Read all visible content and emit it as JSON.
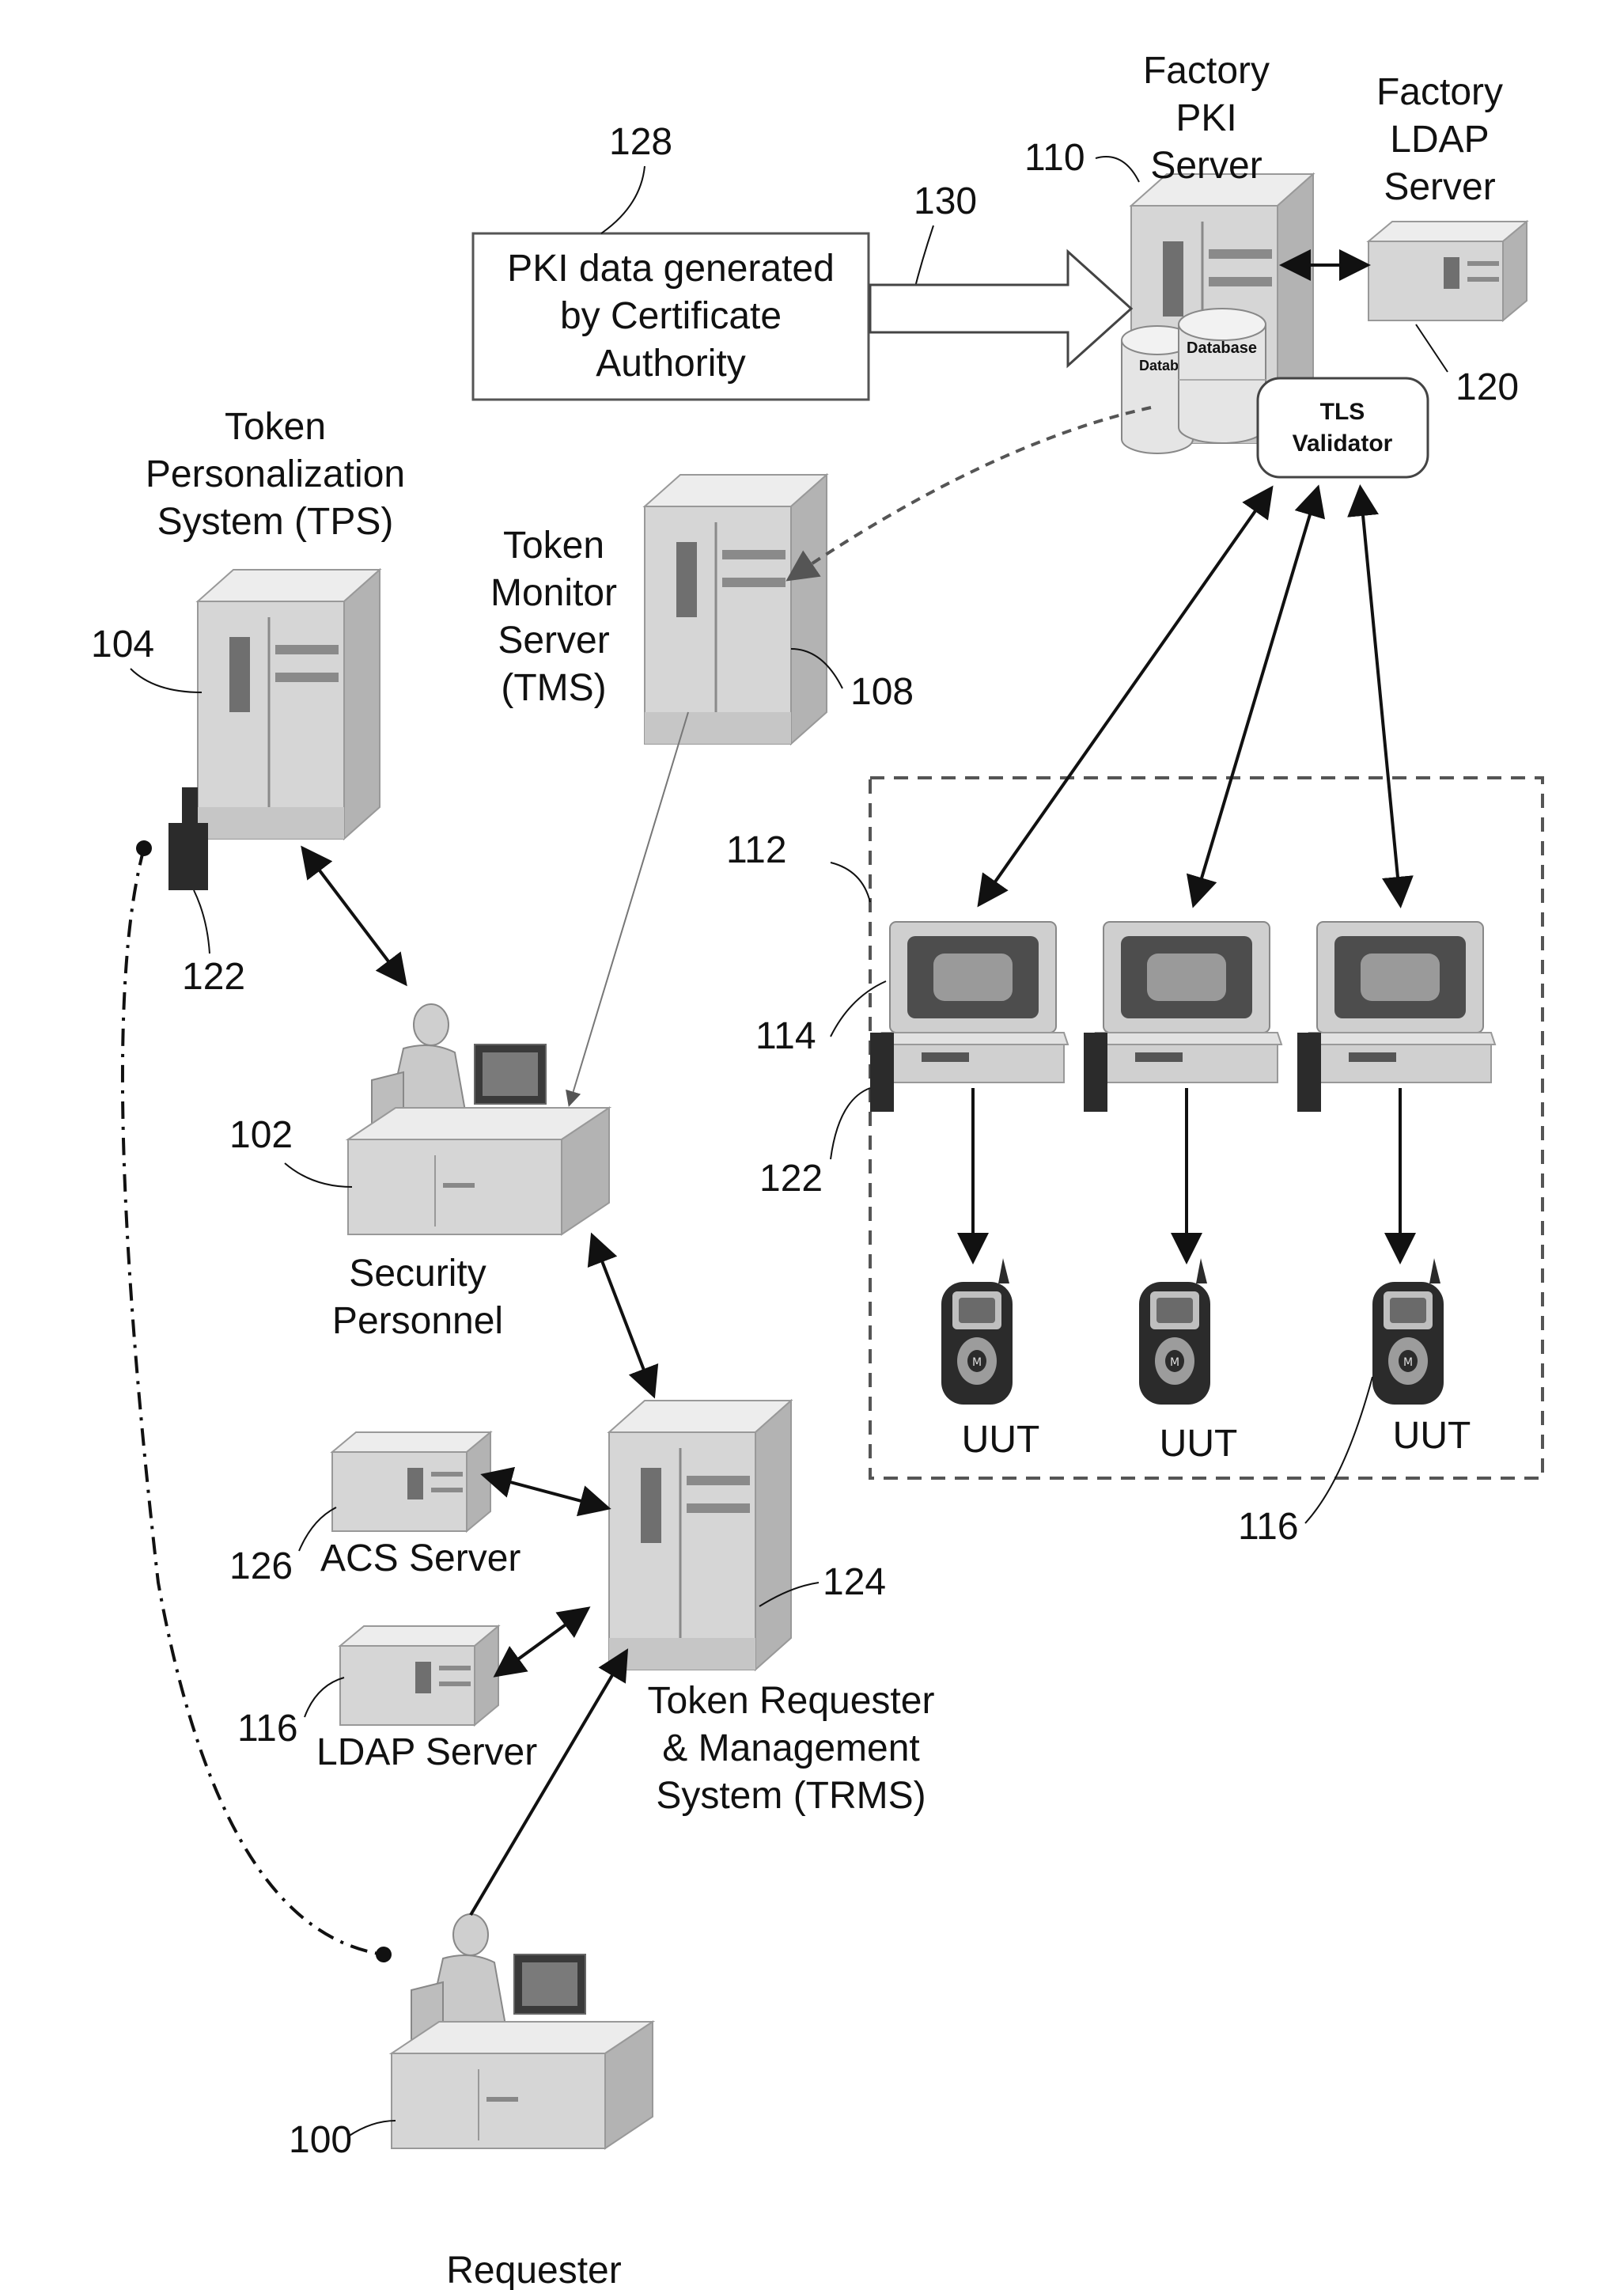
{
  "colors": {
    "line": "#111111",
    "equip_front": "#d9d9d9",
    "equip_side": "#b7b7b7",
    "equip_top": "#ececec",
    "screen": "#5a5a5a",
    "phone": "#2b2b2b",
    "dash_box": "#555555"
  },
  "refs": {
    "r128": "128",
    "r130": "130",
    "r110": "110",
    "r120": "120",
    "r104": "104",
    "r108": "108",
    "r122a": "122",
    "r102": "102",
    "r112": "112",
    "r114": "114",
    "r122b": "122",
    "r116a": "116",
    "r126": "126",
    "r124": "124",
    "r116b": "116",
    "r100": "100"
  },
  "labels": {
    "factory_pki": [
      "Factory",
      "PKI",
      "Server"
    ],
    "factory_ldap": [
      "Factory",
      "LDAP",
      "Server"
    ],
    "pki_box": [
      "PKI data generated",
      "by Certificate",
      "Authority"
    ],
    "tps": [
      "Token",
      "Personalization",
      "System (TPS)"
    ],
    "tms": [
      "Token",
      "Monitor",
      "Server",
      "(TMS)"
    ],
    "security": [
      "Security",
      "Personnel"
    ],
    "acs": "ACS Server",
    "ldap": "LDAP Server",
    "trms": [
      "Token Requester",
      "& Management",
      "System (TRMS)"
    ],
    "requester": "Requester",
    "tls": [
      "TLS",
      "Validator"
    ],
    "database_1": "Datab",
    "database_2": "Database",
    "uut_1": "UUT",
    "uut_2": "UUT",
    "uut_3": "UUT"
  },
  "icons": {
    "tower": "server-tower-icon",
    "small_server": "small-server-icon",
    "database": "database-cylinder-icon",
    "workstation": "computer-workstation-icon",
    "phone": "flip-phone-icon",
    "operator": "person-at-desk-icon",
    "token": "token-device-icon"
  }
}
